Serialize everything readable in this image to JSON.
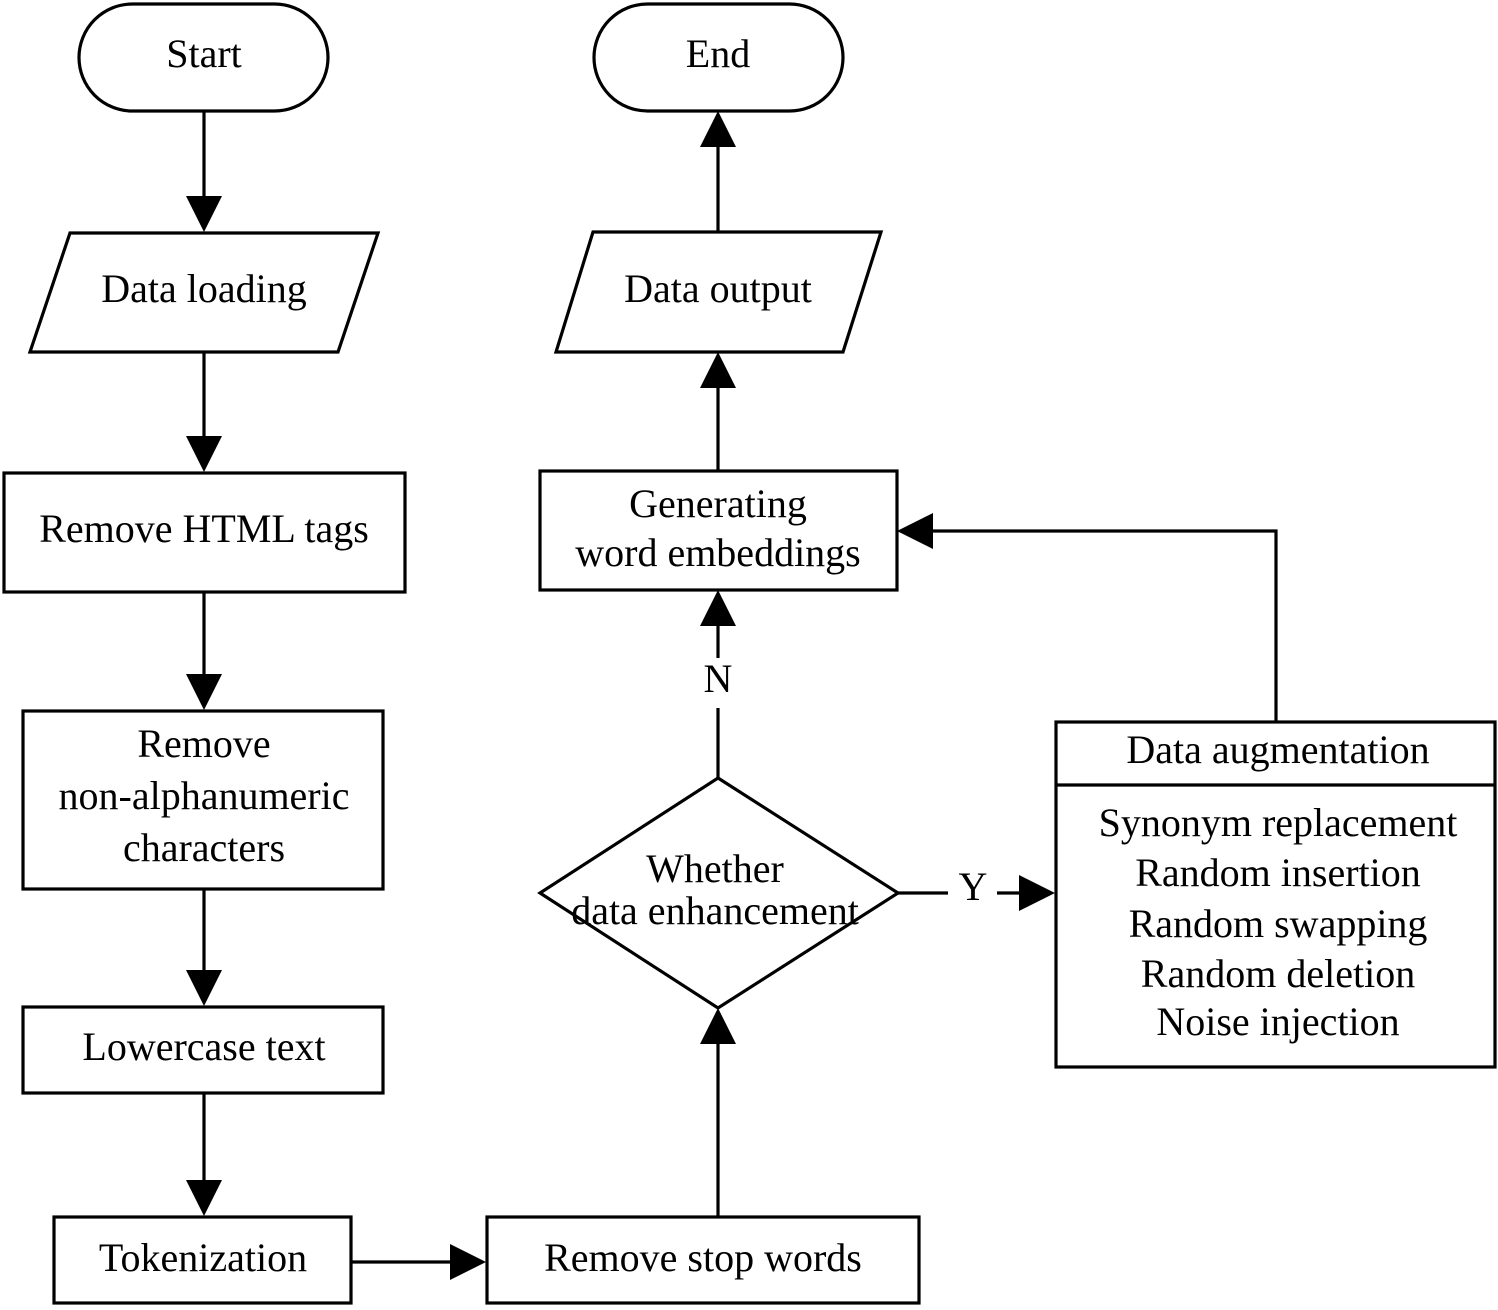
{
  "diagram": {
    "type": "flowchart",
    "orientation": "two-column",
    "background_color": "#ffffff",
    "line_color": "#000000"
  },
  "nodes": {
    "start": {
      "label": "Start",
      "shape": "terminator"
    },
    "data_loading": {
      "label": "Data loading",
      "shape": "parallelogram"
    },
    "remove_html": {
      "label": "Remove HTML tags",
      "shape": "rectangle"
    },
    "remove_nonalpha": {
      "shape": "rectangle",
      "line1": "Remove",
      "line2": "non-alphanumeric",
      "line3": "characters"
    },
    "lowercase": {
      "label": "Lowercase text",
      "shape": "rectangle"
    },
    "tokenization": {
      "label": "Tokenization",
      "shape": "rectangle"
    },
    "remove_stopwords": {
      "label": "Remove stop words",
      "shape": "rectangle"
    },
    "decision": {
      "shape": "diamond",
      "line1": "Whether",
      "line2": "data enhancement"
    },
    "augmentation": {
      "shape": "rectangle-with-header",
      "title": "Data augmentation",
      "items": [
        "Synonym replacement",
        "Random insertion",
        "Random swapping",
        "Random deletion",
        "Noise injection"
      ]
    },
    "word_embeddings": {
      "shape": "rectangle",
      "line1": "Generating",
      "line2": "word embeddings"
    },
    "data_output": {
      "label": "Data output",
      "shape": "parallelogram"
    },
    "end": {
      "label": "End",
      "shape": "terminator"
    }
  },
  "edges": {
    "decision_no": {
      "label": "N"
    },
    "decision_yes": {
      "label": "Y"
    }
  }
}
